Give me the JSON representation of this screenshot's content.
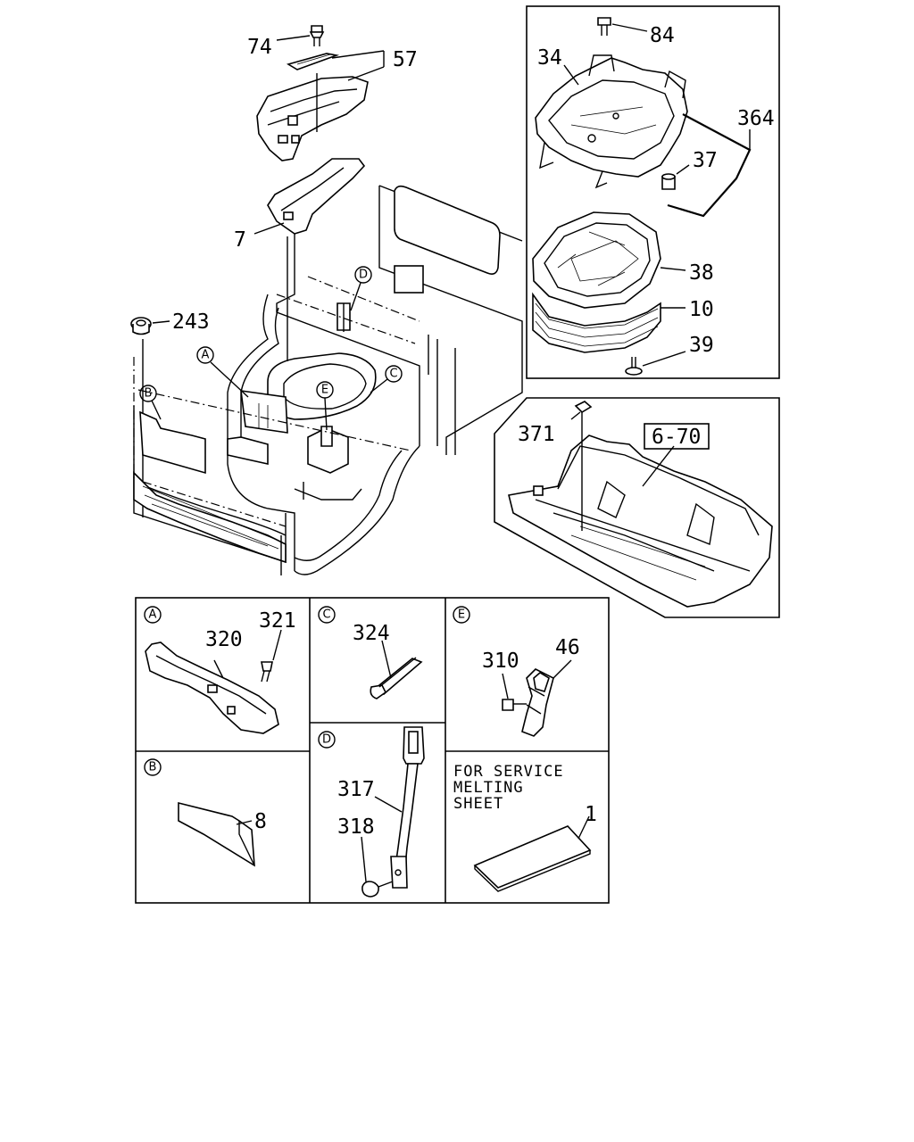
{
  "callouts": {
    "c74": "74",
    "c57": "57",
    "c7": "7",
    "c243": "243",
    "c84": "84",
    "c34": "34",
    "c364": "364",
    "c37": "37",
    "c38": "38",
    "c10": "10",
    "c39": "39",
    "c371": "371",
    "c670": "6-70",
    "c321": "321",
    "c320": "320",
    "c324": "324",
    "c310": "310",
    "c46": "46",
    "c8": "8",
    "c317": "317",
    "c318": "318",
    "c1": "1"
  },
  "detail_markers": {
    "A": "A",
    "B": "B",
    "C": "C",
    "D": "D",
    "E": "E"
  },
  "service_note": {
    "line1": "FOR SERVICE",
    "line2": "MELTING",
    "line3": "SHEET"
  }
}
